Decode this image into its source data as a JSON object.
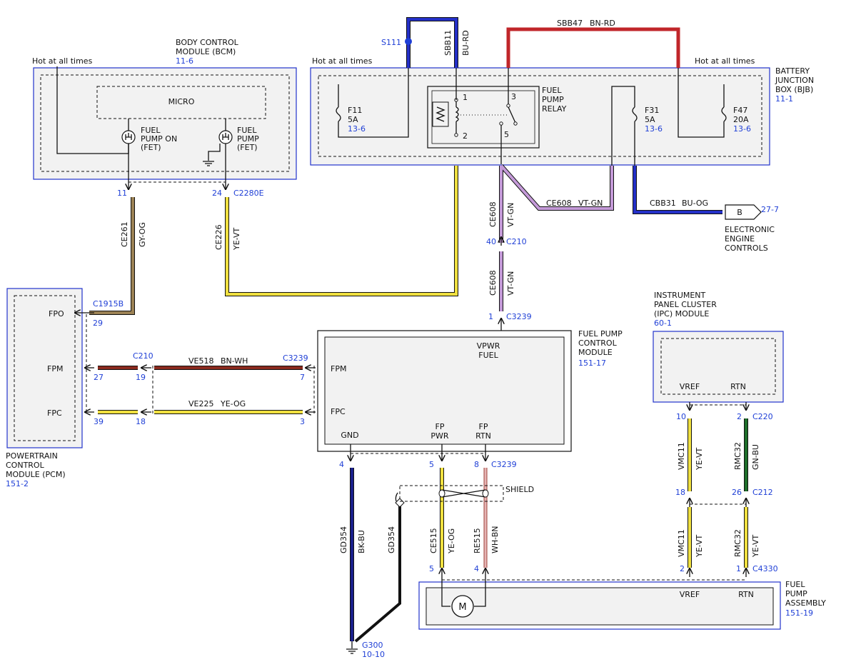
{
  "hot_label": "Hot at all times",
  "bcm": {
    "name1": "BODY CONTROL",
    "name2": "MODULE (BCM)",
    "ref": "11-6",
    "micro": "MICRO",
    "fet1_1": "FUEL",
    "fet1_2": "PUMP ON",
    "fet1_3": "(FET)",
    "fet2_1": "FUEL",
    "fet2_2": "PUMP",
    "fet2_3": "(FET)",
    "pin_a": "11",
    "pin_b": "24",
    "conn": "C2280E"
  },
  "bjb": {
    "name1": "BATTERY",
    "name2": "JUNCTION",
    "name3": "BOX (BJB)",
    "ref": "11-1",
    "f11": "F11",
    "f11_amp": "5A",
    "f11_ref": "13-6",
    "f31": "F31",
    "f31_amp": "5A",
    "f31_ref": "13-6",
    "f47": "F47",
    "f47_amp": "20A",
    "f47_ref": "13-6"
  },
  "relay": {
    "l1": "FUEL",
    "l2": "PUMP",
    "l3": "RELAY",
    "p1": "1",
    "p2": "2",
    "p3": "3",
    "p5": "5"
  },
  "splice": "S111",
  "sbb11": "SBB11",
  "sbb11_color": "BU-RD",
  "sbb47": "SBB47",
  "sbb47_color": "BN-RD",
  "ce608a": "CE608",
  "ce608a_color": "VT-GN",
  "ce608b": "CE608",
  "ce608b_color": "VT-GN",
  "ce608c": "CE608",
  "ce608c_color": "VT-GN",
  "cbb31": "CBB31",
  "cbb31_color": "BU-OG",
  "eec": {
    "b": "B",
    "ref": "27-7",
    "l1": "ELECTRONIC",
    "l2": "ENGINE",
    "l3": "CONTROLS"
  },
  "c210": {
    "pin": "40",
    "name": "C210"
  },
  "c3239_top": {
    "pin": "1",
    "name": "C3239"
  },
  "ce261": "CE261",
  "ce261_color": "GY-OG",
  "ce226": "CE226",
  "ce226_color": "YE-VT",
  "pcm": {
    "fpo": "FPO",
    "fpm": "FPM",
    "fpc": "FPC",
    "c1915": "C1915B",
    "p29": "29",
    "p27": "27",
    "p39": "39",
    "l1": "POWERTRAIN",
    "l2": "CONTROL",
    "l3": "MODULE (PCM)",
    "ref": "151-2"
  },
  "c210b": {
    "name": "C210",
    "p19": "19",
    "p18": "18"
  },
  "ve518": "VE518",
  "ve518_color": "BN-WH",
  "ve225": "VE225",
  "ve225_color": "YE-OG",
  "fpcm": {
    "c3239": "C3239",
    "p7": "7",
    "p3": "3",
    "fpm": "FPM",
    "fpc": "FPC",
    "vpwr": "VPWR",
    "fuel": "FUEL",
    "gnd": "GND",
    "fp1": "FP",
    "pwr": "PWR",
    "fp2": "FP",
    "rtn": "RTN",
    "l1": "FUEL PUMP",
    "l2": "CONTROL",
    "l3": "MODULE",
    "ref": "151-17"
  },
  "lower": {
    "p4": "4",
    "p5": "5",
    "p8": "8",
    "c3239": "C3239",
    "shield": "SHIELD",
    "gd354a": "GD354",
    "gd354a_color": "BK-BU",
    "gd354b": "GD354",
    "ce515": "CE515",
    "ce515_color": "YE-OG",
    "re515": "RE515",
    "re515_color": "WH-BN",
    "p5b": "5",
    "p4b": "4",
    "g300": "G300",
    "g300_ref": "10-10"
  },
  "ipc": {
    "l1": "INSTRUMENT",
    "l2": "PANEL CLUSTER",
    "l3": "(IPC) MODULE",
    "ref": "60-1",
    "vref": "VREF",
    "rtn": "RTN",
    "p10": "10",
    "p2": "2",
    "c220": "C220",
    "vmc11a": "VMC11",
    "vmc11a_color": "YE-VT",
    "rmc32a": "RMC32",
    "rmc32a_color": "GN-BU",
    "p18": "18",
    "p26": "26",
    "c212": "C212",
    "vmc11b": "VMC11",
    "vmc11b_color": "YE-VT",
    "rmc32b": "RMC32",
    "rmc32b_color": "YE-VT",
    "p2b": "2",
    "p1b": "1",
    "c4330": "C4330"
  },
  "fpa": {
    "vref": "VREF",
    "rtn": "RTN",
    "motor": "M",
    "l1": "FUEL",
    "l2": "PUMP",
    "l3": "ASSEMBLY",
    "ref": "151-19"
  },
  "colors": {
    "blue_label": "#1f3fd6",
    "box": "#2233cc",
    "yellow": "#f0e040",
    "tan": "#9c8255",
    "brown_red": "#8b2a1e",
    "red": "#c0262a",
    "navy": "#1a1f8c",
    "violet": "#c49ad8",
    "green": "#1e6e2a",
    "black": "#111111"
  }
}
